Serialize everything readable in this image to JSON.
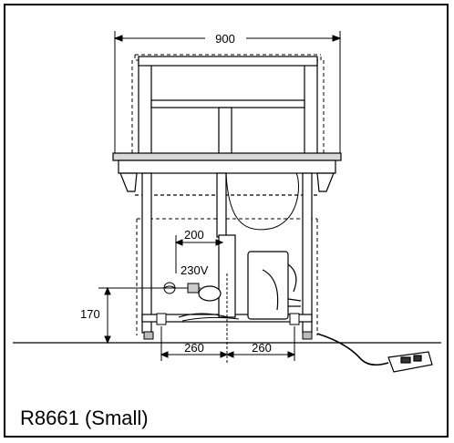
{
  "diagram": {
    "dimensions": {
      "total_width": "900",
      "offset": "200",
      "voltage": "230V",
      "height": "170",
      "left_span": "260",
      "right_span": "260"
    }
  },
  "caption": "R8661 (Small)"
}
